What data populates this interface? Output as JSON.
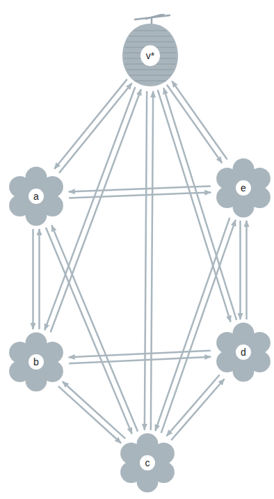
{
  "diagram": {
    "nodes": [
      {
        "text": [
          "v*"
        ]
      },
      {
        "text": [
          "a"
        ]
      },
      {
        "text": [
          "e"
        ]
      },
      {
        "text": [
          "b"
        ]
      },
      {
        "text": [
          "d"
        ]
      },
      {
        "text": [
          "c"
        ]
      }
    ],
    "edges": [
      {
        "from": 0,
        "to": 1,
        "arrow": "to"
      },
      {
        "from": 1,
        "to": 0,
        "arrow": "to"
      },
      {
        "from": 0,
        "to": 2,
        "arrow": "to"
      },
      {
        "from": 2,
        "to": 0,
        "arrow": "to"
      },
      {
        "from": 0,
        "to": 3,
        "arrow": "to"
      },
      {
        "from": 3,
        "to": 0,
        "arrow": "to"
      },
      {
        "from": 0,
        "to": 4,
        "arrow": "to"
      },
      {
        "from": 4,
        "to": 0,
        "arrow": "to"
      },
      {
        "from": 0,
        "to": 5,
        "arrow": "to"
      },
      {
        "from": 5,
        "to": 0,
        "arrow": "to"
      },
      {
        "from": 1,
        "to": 2,
        "arrow": "to"
      },
      {
        "from": 2,
        "to": 1,
        "arrow": "to"
      },
      {
        "from": 1,
        "to": 3,
        "arrow": "to"
      },
      {
        "from": 3,
        "to": 1,
        "arrow": "to"
      },
      {
        "from": 1,
        "to": 5,
        "arrow": "to"
      },
      {
        "from": 5,
        "to": 1,
        "arrow": "to"
      },
      {
        "from": 2,
        "to": 4,
        "arrow": "to"
      },
      {
        "from": 4,
        "to": 2,
        "arrow": "to"
      },
      {
        "from": 2,
        "to": 5,
        "arrow": "to"
      },
      {
        "from": 5,
        "to": 2,
        "arrow": "to"
      },
      {
        "from": 3,
        "to": 4,
        "arrow": "to"
      },
      {
        "from": 4,
        "to": 3,
        "arrow": "to"
      },
      {
        "from": 3,
        "to": 5,
        "arrow": "to"
      },
      {
        "from": 5,
        "to": 3,
        "arrow": "to"
      },
      {
        "from": 4,
        "to": 5,
        "arrow": "to"
      },
      {
        "from": 5,
        "to": 4,
        "arrow": "to"
      }
    ]
  }
}
